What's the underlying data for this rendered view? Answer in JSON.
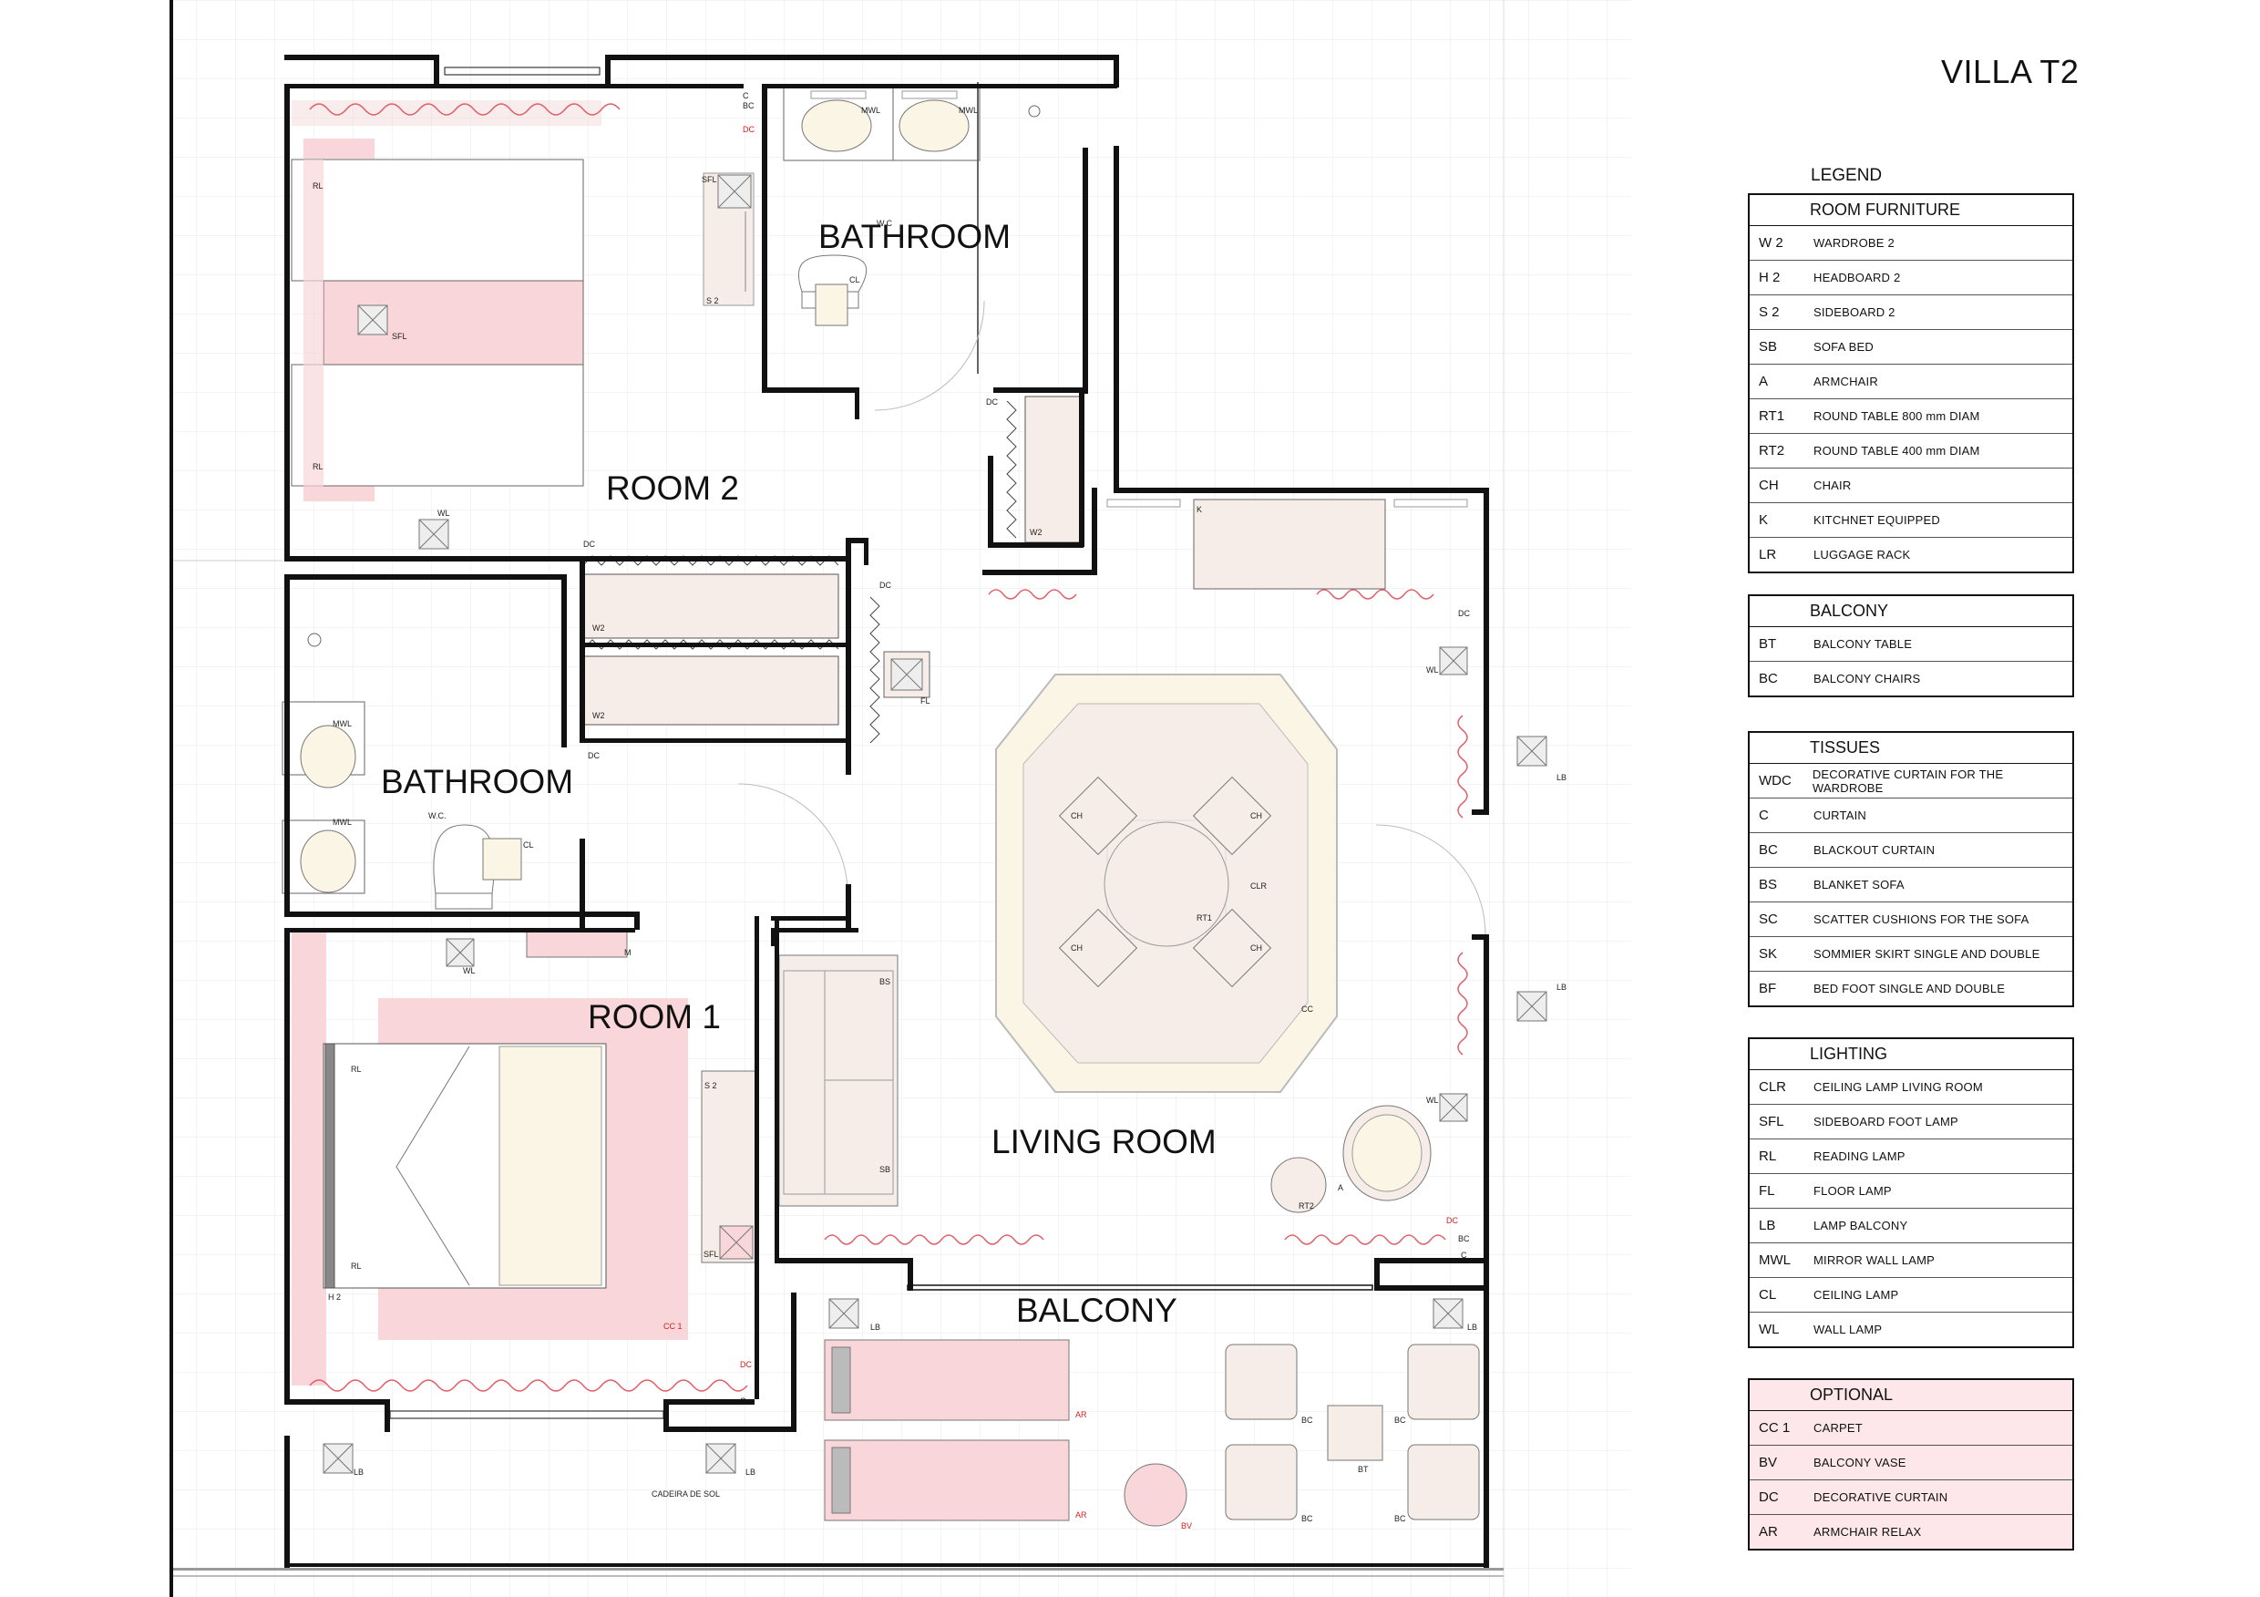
{
  "title": "VILLA T2",
  "legend_caption": "LEGEND",
  "rooms": {
    "bathroom_top": "BATHROOM",
    "room2": "ROOM 2",
    "bathroom_left": "BATHROOM",
    "room1": "ROOM 1",
    "living_room": "LIVING ROOM",
    "balcony": "BALCONY"
  },
  "plan_labels": {
    "c": "C",
    "bc": "BC",
    "dc": "DC",
    "mwl": "MWL",
    "rl": "RL",
    "sfl": "SFL",
    "s2": "S 2",
    "wc": "W.C",
    "wc2": "W.C.",
    "cl": "CL",
    "wl": "WL",
    "w2": "W2",
    "fl": "FL",
    "k": "K",
    "ch": "CH",
    "clr": "CLR",
    "rt1": "RT1",
    "rt2": "RT2",
    "cc": "CC",
    "a": "A",
    "bs": "BS",
    "sb": "SB",
    "m": "M",
    "h2": "H 2",
    "cc1": "CC 1",
    "lb": "LB",
    "ar": "AR",
    "bt": "BT",
    "bv": "BV",
    "cadeira": "CADEIRA DE SOL"
  },
  "legend": [
    {
      "heading": "ROOM FURNITURE",
      "optional": false,
      "items": [
        {
          "code": "W 2",
          "desc": "WARDROBE 2"
        },
        {
          "code": "H 2",
          "desc": "HEADBOARD 2"
        },
        {
          "code": "S 2",
          "desc": "SIDEBOARD 2"
        },
        {
          "code": "SB",
          "desc": "SOFA BED"
        },
        {
          "code": "A",
          "desc": "ARMCHAIR"
        },
        {
          "code": "RT1",
          "desc": "ROUND TABLE 800 mm DIAM"
        },
        {
          "code": "RT2",
          "desc": "ROUND TABLE 400 mm DIAM"
        },
        {
          "code": "CH",
          "desc": "CHAIR"
        },
        {
          "code": "K",
          "desc": "KITCHNET EQUIPPED"
        },
        {
          "code": "LR",
          "desc": "LUGGAGE RACK"
        }
      ]
    },
    {
      "heading": "BALCONY",
      "optional": false,
      "items": [
        {
          "code": "BT",
          "desc": "BALCONY TABLE"
        },
        {
          "code": "BC",
          "desc": "BALCONY CHAIRS"
        }
      ]
    },
    {
      "heading": "TISSUES",
      "optional": false,
      "items": [
        {
          "code": "WDC",
          "desc": "DECORATIVE CURTAIN FOR THE WARDROBE"
        },
        {
          "code": "C",
          "desc": "CURTAIN"
        },
        {
          "code": "BC",
          "desc": "BLACKOUT CURTAIN"
        },
        {
          "code": "BS",
          "desc": "BLANKET SOFA"
        },
        {
          "code": "SC",
          "desc": "SCATTER CUSHIONS FOR THE SOFA"
        },
        {
          "code": "SK",
          "desc": "SOMMIER SKIRT SINGLE AND DOUBLE"
        },
        {
          "code": "BF",
          "desc": "BED FOOT SINGLE AND DOUBLE"
        }
      ]
    },
    {
      "heading": "LIGHTING",
      "optional": false,
      "items": [
        {
          "code": "CLR",
          "desc": "CEILING LAMP LIVING ROOM"
        },
        {
          "code": "SFL",
          "desc": "SIDEBOARD FOOT LAMP"
        },
        {
          "code": "RL",
          "desc": "READING LAMP"
        },
        {
          "code": "FL",
          "desc": "FLOOR LAMP"
        },
        {
          "code": "LB",
          "desc": "LAMP BALCONY"
        },
        {
          "code": "MWL",
          "desc": "MIRROR WALL LAMP"
        },
        {
          "code": "CL",
          "desc": "CEILING LAMP"
        },
        {
          "code": "WL",
          "desc": "WALL LAMP"
        }
      ]
    },
    {
      "heading": "OPTIONAL",
      "optional": true,
      "items": [
        {
          "code": "CC 1",
          "desc": "CARPET"
        },
        {
          "code": "BV",
          "desc": "BALCONY VASE"
        },
        {
          "code": "DC",
          "desc": "DECORATIVE CURTAIN"
        },
        {
          "code": "AR",
          "desc": "ARMCHAIR RELAX"
        }
      ]
    }
  ],
  "colors": {
    "wall": "#111111",
    "furniture_fill": "#f6ece8",
    "pink": "#f9d6da",
    "curtain_red": "#e0606a",
    "grid": "#e6e6e6",
    "label_red": "#d42020"
  }
}
